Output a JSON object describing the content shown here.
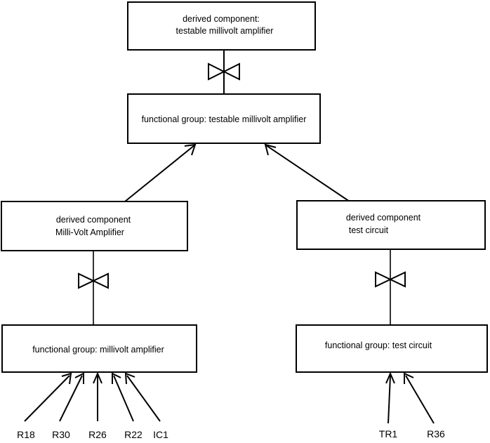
{
  "diagram": {
    "title": "derived component decomposition diagram",
    "background_color": "#ffffff",
    "line_color": "#000000",
    "nodes": {
      "top_derived": {
        "line1": "derived component:",
        "line2": "testable millivolt amplifier"
      },
      "top_functional": {
        "line1": "functional group: testable millivolt amplifier"
      },
      "left_derived": {
        "line1": "derived component",
        "line2": "Milli-Volt Amplifier"
      },
      "right_derived": {
        "line1": "derived component",
        "line2": "test circuit"
      },
      "left_functional": {
        "line1": "functional group: millivolt amplifier"
      },
      "right_functional": {
        "line1": "functional group: test circuit"
      }
    },
    "leaf_labels": {
      "left_group": [
        "R18",
        "R30",
        "R26",
        "R22",
        "IC1"
      ],
      "right_group": [
        "TR1",
        "R36"
      ]
    },
    "connector_names": {
      "bowtie": "bowtie-composition-connector",
      "arrow": "open-arrowhead-connector"
    }
  }
}
